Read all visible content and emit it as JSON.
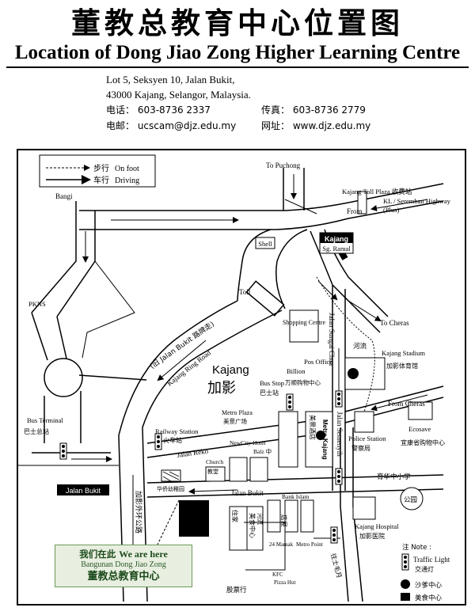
{
  "header": {
    "title_cn": "董教总教育中心位置图",
    "title_en": "Location of Dong Jiao Zong Higher Learning Centre"
  },
  "address": {
    "line1": "Lot 5, Seksyen 10, Jalan Bukit,",
    "line2": "43000 Kajang, Selangor, Malaysia.",
    "tel": "电话：  603-8736  2337",
    "fax": "传真：  603-8736  2779",
    "email": "电邮：  ucscam@djz.edu.my",
    "web": "网址：  www.djz.edu.my"
  },
  "legend": {
    "on_foot_cn": "步行",
    "on_foot_en": "On foot",
    "driving_cn": "车行",
    "driving_en": "Driving"
  },
  "places": {
    "to_puchong": "To Puchong",
    "kajang_toll": "Kajang Toll  Plaza 收费站",
    "kl_seremban": "KL / Seremban Highway",
    "plus": "(Plus)",
    "from": "From",
    "bangi": "Bangi",
    "shell": "Shell",
    "kajang_sign": "Kajang",
    "sg_ramal": "Sg. Ramal",
    "pkns": "PKNS",
    "toll": "Toll",
    "to_cheras": "To Cheras",
    "shopping_centre": "Shopping Centre",
    "jalan_sungai_chua": "Jalan Sungai Chua",
    "pos_office": "Pos Office",
    "kajang_stadium": "Kajang Stadium",
    "stadium_cn": "加影体育馆",
    "billion": "Billion",
    "billion_cn": "万顺购物中心",
    "river_cn": "河流",
    "jalan_bukit_cn": "(旧  Jalan Bukit 路牌走)",
    "kajang_ring_road": "Kajang Ring Road",
    "kajang_en": "Kajang",
    "kajang_cn": "加影",
    "bus_stop": "Bus Stop",
    "bus_stop_cn": "巴士站",
    "from_cheras": "From Cheras",
    "ecosave": "Ecosave",
    "ecosave_cn": "宜康省购物中心",
    "bus_terminal": "Bus Terminal",
    "bus_terminal_cn": "巴士总站",
    "railway_station": "Railway Station",
    "railway_cn": "火车站",
    "metro_plaza": "Metro Plaza",
    "metro_plaza_cn": "美景广场",
    "jalan_reko": "Jalan Reko",
    "new_city_hotel": "NewCity Hotel",
    "balz": "Balz 中",
    "church": "Church",
    "church_cn": "教堂",
    "kindergarten": "华侨幼稚园",
    "police_station": "Police Station",
    "police_cn": "警察局",
    "jalan_semenyih": "Jalan Semenyih",
    "jalan_bukit_sign": "Jalan Bukit",
    "jalan_bukit_road": "Jalan Bukit",
    "school_cn": "育华中小学",
    "park_cn": "公园",
    "ring_road_cn": "加影外环公路",
    "bank_islam": "Bank Islam",
    "residence_cn": "住家",
    "kajang_hospital": "Kajang Hospital",
    "hospital_cn": "加影医院",
    "food_cn": "美食中心",
    "mamak": "24 Mamak",
    "metro_point": "Metro Point",
    "kfc": "KFC",
    "pizza_hut": "Pizza Hut",
    "bank_cn": "股票行",
    "to_semenyih_cn": "往士毛月",
    "river2_cn": "河流",
    "centre_cn": "美景酒店",
    "metro_kajang": "Metro Kajang",
    "shop_cn": "店屋"
  },
  "we_are_here": {
    "cn": "我们在此",
    "en": "We are here",
    "building": "Bangunan Dong Jiao Zong",
    "name_cn": "董教总教育中心"
  },
  "note": {
    "title": "注 Note :",
    "traffic_light": "Traffic Light",
    "traffic_light_cn": "交通灯",
    "shazhou": "沙爹中心",
    "food_centre": "美食中心"
  }
}
